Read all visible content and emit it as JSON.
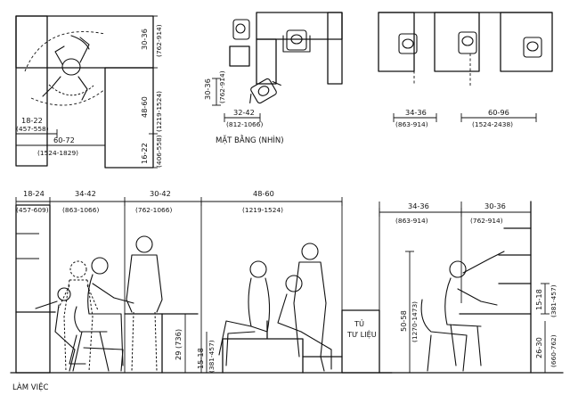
{
  "labels": {
    "plan_title": "MẶT BẰNG (NHÌN)",
    "section_title": "LÀM VIỆC",
    "cabinet_line1": "TỦ",
    "cabinet_line2": "TƯ LIỆU"
  },
  "plan_a": {
    "depth_in": "30-36",
    "depth_cm": "(762-914)",
    "zone_in": "48-60",
    "zone_cm": "(1219-1524)",
    "edge_in": "18-22",
    "edge_cm": "(457-558)",
    "width_in": "60-72",
    "width_cm": "(1524-1829)",
    "side_in": "16-22",
    "side_cm": "(406-558)"
  },
  "plan_b": {
    "depth_in": "30-36",
    "depth_cm": "(762-914)",
    "gap_in": "32-42",
    "gap_cm": "(812-1066)"
  },
  "plan_c": {
    "left_in": "34-36",
    "left_cm": "(863-914)",
    "right_in": "60-96",
    "right_cm": "(1524-2438)"
  },
  "section_a": {
    "d1_in": "18-24",
    "d1_cm": "(457-609)",
    "d2_in": "34-42",
    "d2_cm": "(863-1066)",
    "d3_in": "30-42",
    "d3_cm": "(762-1066)",
    "d4_in": "48-60",
    "d4_cm": "(1219-1524)",
    "seat_h": "29 (736)",
    "seat_low_in": "15-18",
    "seat_low_cm": "(381-457)"
  },
  "section_b": {
    "d1_in": "34-36",
    "d1_cm": "(863-914)",
    "d2_in": "30-36",
    "d2_cm": "(762-914)",
    "reach_in": "50-58",
    "reach_cm": "(1270-1473)",
    "shelf_in": "15-18",
    "shelf_cm": "(381-457)",
    "desk_in": "26-30",
    "desk_cm": "(660-762)"
  }
}
